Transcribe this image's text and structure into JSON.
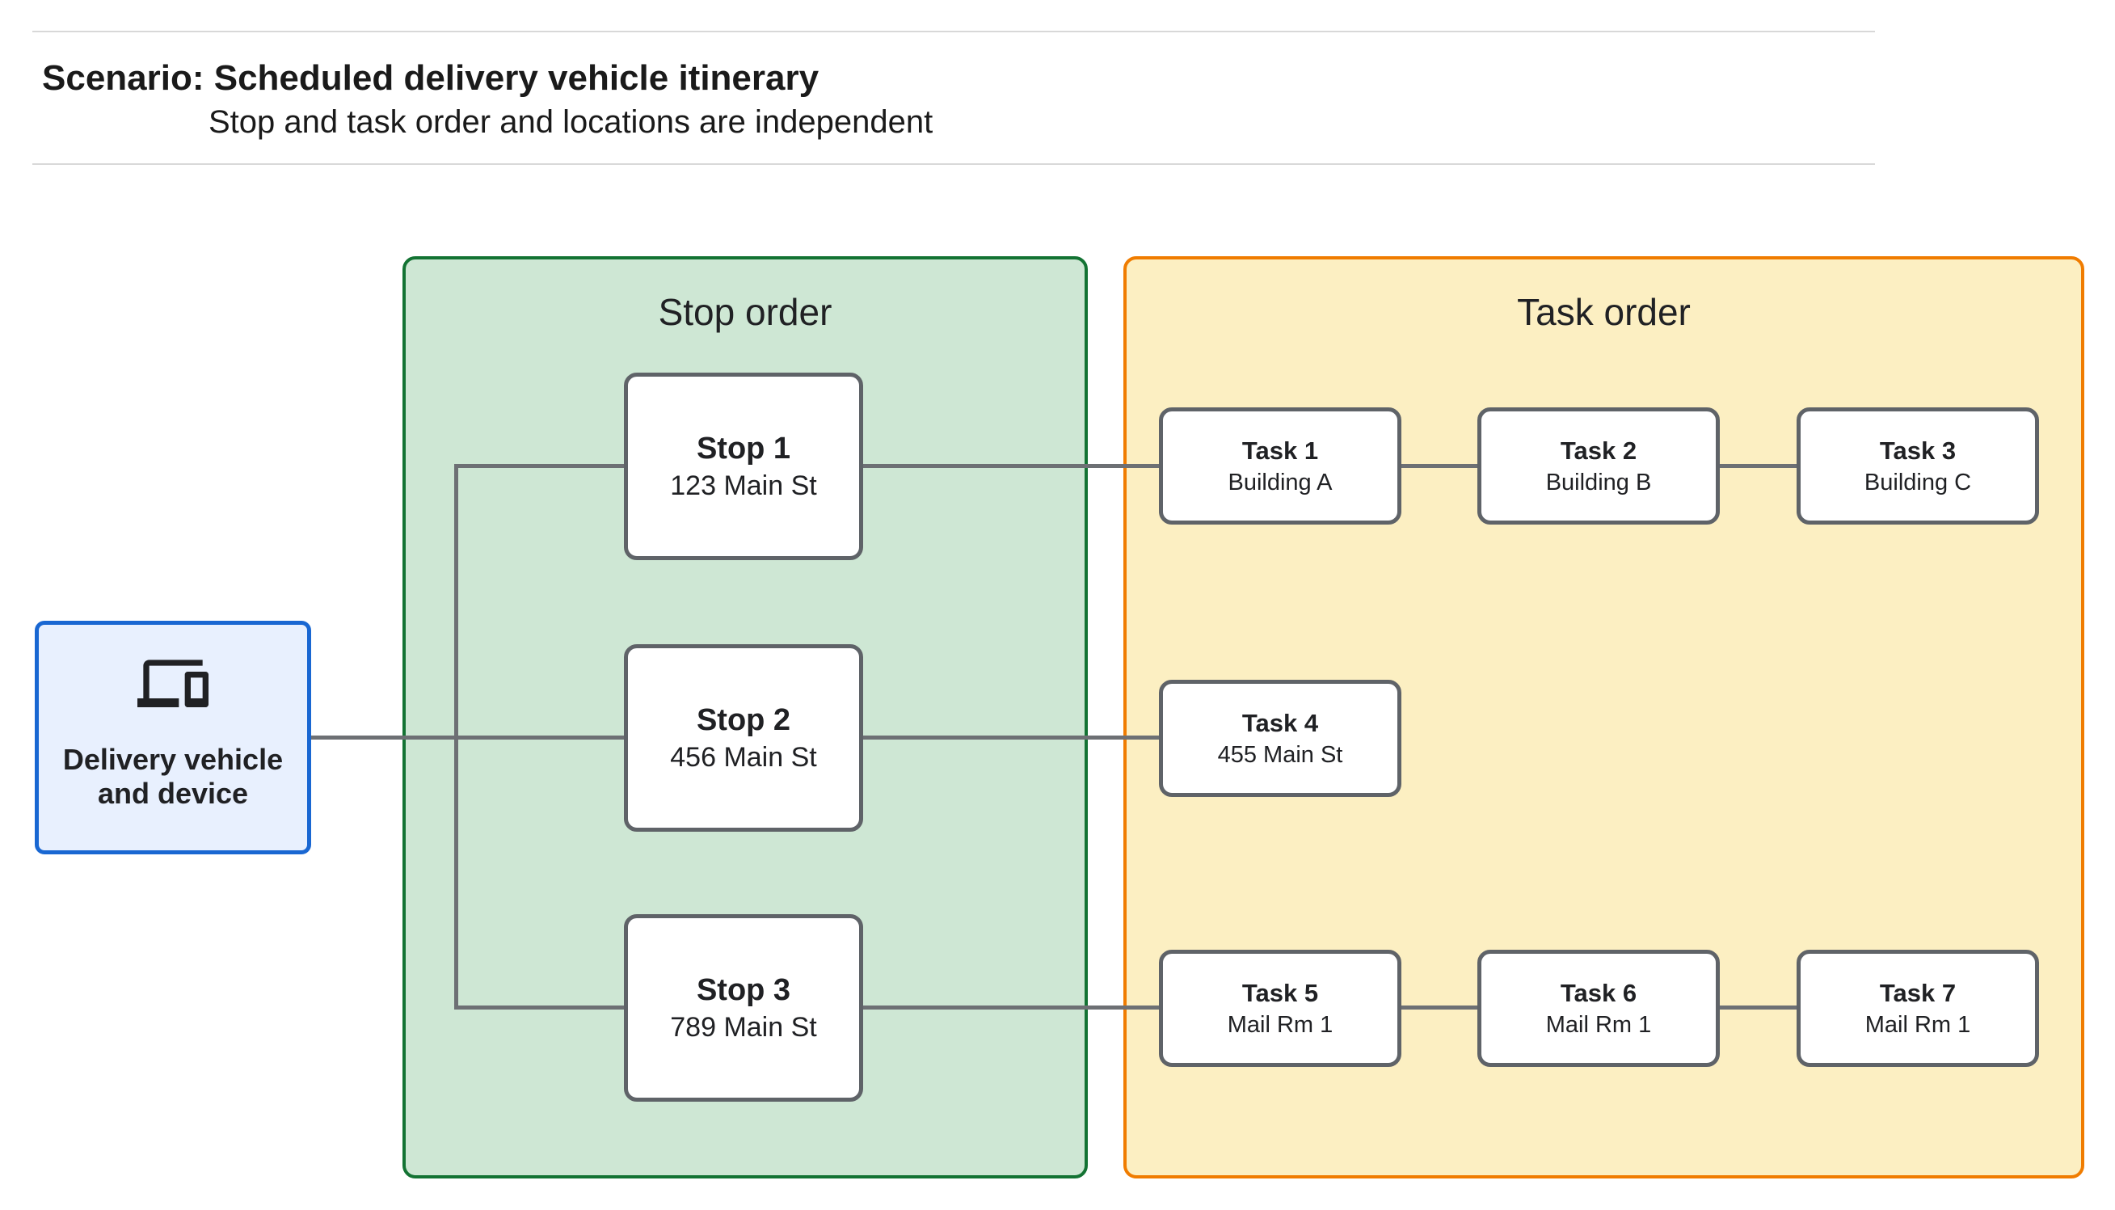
{
  "header": {
    "title": "Scenario: Scheduled delivery vehicle itinerary",
    "subtitle": "Stop and task order and locations are independent"
  },
  "device": {
    "label_line1": "Delivery vehicle",
    "label_line2": "and device",
    "icon": "devices-icon"
  },
  "stop_panel": {
    "title": "Stop order"
  },
  "task_panel": {
    "title": "Task order"
  },
  "stops": [
    {
      "name": "Stop 1",
      "location": "123 Main St"
    },
    {
      "name": "Stop 2",
      "location": "456 Main St"
    },
    {
      "name": "Stop 3",
      "location": "789 Main St"
    }
  ],
  "tasks": [
    {
      "name": "Task 1",
      "location": "Building A"
    },
    {
      "name": "Task 2",
      "location": "Building B"
    },
    {
      "name": "Task 3",
      "location": "Building C"
    },
    {
      "name": "Task 4",
      "location": "455 Main St"
    },
    {
      "name": "Task 5",
      "location": "Mail Rm 1"
    },
    {
      "name": "Task 6",
      "location": "Mail Rm 1"
    },
    {
      "name": "Task 7",
      "location": "Mail Rm 1"
    }
  ],
  "colors": {
    "stop_panel_fill": "#CEE7D4",
    "stop_panel_border": "#137333",
    "task_panel_fill": "#FCEFC2",
    "task_panel_border": "#F07C00",
    "device_fill": "#E8F0FE",
    "device_border": "#1967D2",
    "node_border": "#5F6368",
    "connector": "#6D7074",
    "divider": "#D8D8D8",
    "text": "#202124"
  }
}
